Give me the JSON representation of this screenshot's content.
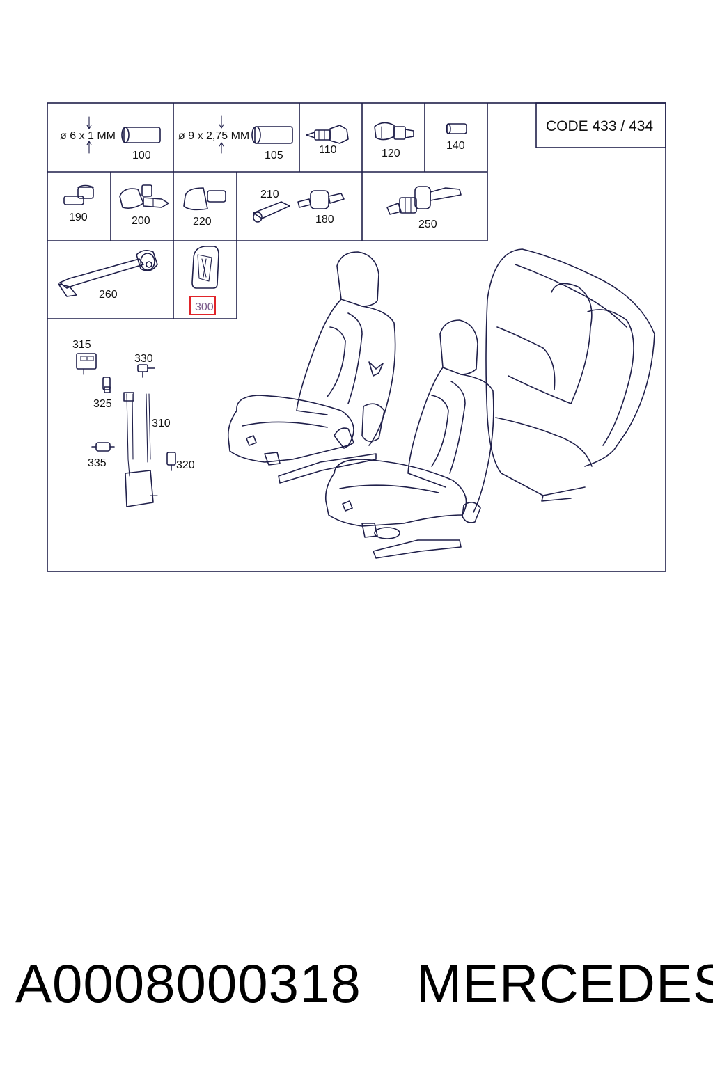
{
  "diagram": {
    "code_label": "CODE 433 / 434",
    "tube_labels": {
      "tube_6": "ø 6 x 1 MM",
      "tube_9": "ø 9 x 2,75 MM"
    },
    "parts": [
      {
        "id": "100"
      },
      {
        "id": "105"
      },
      {
        "id": "110"
      },
      {
        "id": "120"
      },
      {
        "id": "140"
      },
      {
        "id": "190"
      },
      {
        "id": "200"
      },
      {
        "id": "220"
      },
      {
        "id": "210"
      },
      {
        "id": "180"
      },
      {
        "id": "250"
      },
      {
        "id": "260"
      },
      {
        "id": "300",
        "highlighted": true
      },
      {
        "id": "315"
      },
      {
        "id": "330"
      },
      {
        "id": "325"
      },
      {
        "id": "310"
      },
      {
        "id": "335"
      },
      {
        "id": "320"
      }
    ],
    "line_color": "#1f1f4a",
    "highlight_color": "#e0242a"
  },
  "footer": {
    "part_number": "A0008000318",
    "brand": "MERCEDES"
  }
}
